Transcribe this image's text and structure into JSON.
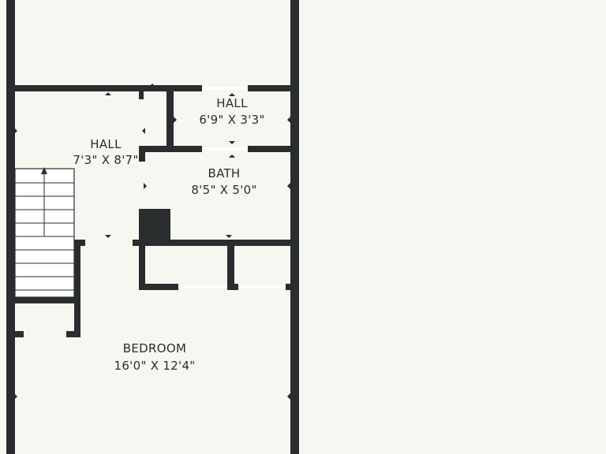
{
  "rooms": [
    {
      "name": "HALL",
      "dimensions": "6'9\" X 3'3\""
    },
    {
      "name": "HALL",
      "dimensions": "7'3\" X 8'7\""
    },
    {
      "name": "BATH",
      "dimensions": "8'5\" X 5'0\""
    },
    {
      "name": "BEDROOM",
      "dimensions": "16'0\" X 12'4\""
    }
  ],
  "colors": {
    "background": "#f7f7f2",
    "wall": "#2a2d2e",
    "stairs": "#ffffff"
  }
}
